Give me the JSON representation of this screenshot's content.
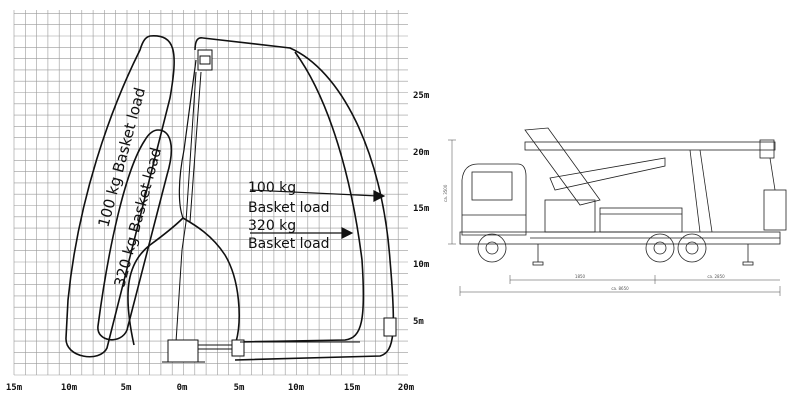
{
  "reach_chart": {
    "x_axis_labels": [
      "15m",
      "10m",
      "5m",
      "0m",
      "5m",
      "10m",
      "15m",
      "20m"
    ],
    "y_axis_labels": [
      "5m",
      "10m",
      "15m",
      "20m",
      "25m"
    ],
    "curves": [
      {
        "rotated_label": "100 kg Basket load"
      },
      {
        "rotated_label": "320 kg Basket load"
      }
    ],
    "annotations": [
      {
        "line1": "100 kg",
        "line2": "Basket load"
      },
      {
        "line1": "320 kg",
        "line2": "Basket load"
      }
    ]
  },
  "truck_drawing": {
    "dimension_labels": [
      "ca. 3500",
      "1850",
      "ca. 2850",
      "ca. 8650"
    ]
  }
}
